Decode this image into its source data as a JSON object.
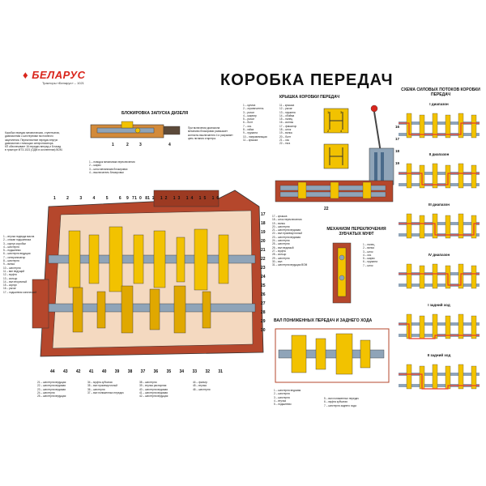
{
  "logo": {
    "name": "БЕЛАРУС",
    "subtitle": "Тракторы «Беларус» – 1021"
  },
  "title": "КОРОБКА ПЕРЕДАЧ",
  "sections": {
    "diesel_start": "БЛОКИРОВКА ЗАПУСКА ДИЗЕЛЯ",
    "cover": "КРЫШКА КОРОБКИ ПЕРЕДАЧ",
    "shift_mechanism": "МЕХАНИЗМ ПЕРЕКЛЮЧЕНИЯ ЗУБЧАТЫХ МУФТ",
    "low_reverse": "ВАЛ ПОНИЖЕННЫХ ПЕРЕДАЧ И ЗАДНЕГО ХОДА",
    "power_flow": "СХЕМА СИЛОВЫХ ПОТОКОВ КОРОБКИ ПЕРЕДАЧ"
  },
  "flows": [
    {
      "label": "I диапазон",
      "color": "#e63b2e"
    },
    {
      "label": "II диапазон",
      "color": "#e63b2e"
    },
    {
      "label": "III диапазон",
      "color": "#e63b2e"
    },
    {
      "label": "IV диапазон",
      "color": "#e63b2e"
    },
    {
      "label": "I задний ход",
      "color": "#e63b2e"
    },
    {
      "label": "II задний ход",
      "color": "#e63b2e"
    }
  ],
  "intro_text": [
    "Коробка передач механическая, ступенчатая,",
    "диапазонная с шестернями постоянного",
    "зацепления. Переключение передач внутри",
    "диапазонов с помощью синхронизатора.",
    "КП обеспечивает 16 передач вперед и 8 назад",
    "в тракторе МТЗ-1021 (ОДМ в сочленении) ВОМ."
  ],
  "start_legend": [
    "1 – поводок механизма переключения",
    "2 – шарик",
    "3 – шток механизма блокировки",
    "4 – выключатель блокировки"
  ],
  "start_note": [
    "При включении диапазона",
    "механизм блокировки размыкает",
    "контакты выключателя 4 и разрывает",
    "цепь питания стартера."
  ],
  "cover_legend_a": [
    "1 – кулиса",
    "2 – ограничитель",
    "3 – рычаг",
    "4 – шарнир",
    "5 – рычаг",
    "6 – болт",
    "7 – ось",
    "8 – гайка",
    "9 – пружина",
    "10 – направляющая",
    "11 – крышка"
  ],
  "cover_legend_b": [
    "11 – крышка",
    "12 – рычаг",
    "13 – пружина",
    "14 – обойма",
    "15 – палец",
    "16 – колпак",
    "17 – фиксатор",
    "18 – шток",
    "19 – вилка",
    "20 – болт",
    "21 – ось",
    "22 – тяга"
  ],
  "left_legend": [
    "1 – втулка подвода масла",
    "2 – стакан подшипника",
    "3 – корпус коробки",
    "4 – шестерня",
    "5 – подшипник",
    "6 – шестерня ведущая",
    "7 – синхронизатор",
    "8 – шестерня",
    "9 – вилка",
    "10 – шестерня",
    "11 – вал ведущий",
    "12 – муфта",
    "13 – кольцо",
    "14 – вал вторичный",
    "15 – корпус",
    "16 – рычаг",
    "17 – подшипник конический"
  ],
  "mid_legend": [
    "17 – крышка",
    "18 – шток переключения",
    "19 – вилка",
    "20 – шестерня",
    "21 – шестерня ведомая",
    "22 – вал промежуточный",
    "23 – шестерня ведомая",
    "24 – шестерня",
    "25 – шестерня",
    "26 – вал ведомый",
    "27 – муфта",
    "28 – кольцо",
    "29 – шестерня",
    "30 – вал",
    "31 – шестерня ведущая ВОМ"
  ],
  "shift_legend": [
    "1 – палец",
    "2 – вилка",
    "3 – шток",
    "4 – ось",
    "5 – шарик",
    "6 – пружина",
    "7 – шток"
  ],
  "bottom_legend_1": [
    "21 – шестерня ведущая",
    "22 – шестерня ведомая",
    "23 – шестерня ведомая",
    "24 – шестерня",
    "25 – шестерня ведущая"
  ],
  "bottom_legend_2": [
    "34 – муфта зубчатая",
    "35 – вал промежуточный",
    "36 – шестерня",
    "37 – вал пониженных передач"
  ],
  "bottom_legend_3": [
    "38 – шестерня",
    "39 – втулка распорная",
    "40 – шестерня ведомая",
    "41 – шестерня ведомая",
    "42 – шестерня ведущая"
  ],
  "bottom_legend_4": [
    "44 – фильтр",
    "45 – втулка",
    "46 – шестерня"
  ],
  "low_legend_1": [
    "1 – шестерня ведомая",
    "2 – шестерня",
    "3 – шестерня",
    "4 – втулка",
    "5 – подшипник"
  ],
  "low_legend_2": [
    "5 – вал пониженных передач",
    "6 – муфта зубчатая",
    "7 – шестерня заднего хода"
  ],
  "numbers_top": [
    "1",
    "2",
    "3",
    "4",
    "5",
    "6",
    "7",
    "8",
    "9",
    "10",
    "11",
    "12",
    "13",
    "14",
    "15",
    "16"
  ],
  "numbers_right": [
    "17",
    "18",
    "19",
    "20",
    "21",
    "22",
    "23",
    "24",
    "25",
    "26",
    "27",
    "28",
    "29",
    "30"
  ],
  "numbers_bottom": [
    "44",
    "43",
    "42",
    "41",
    "40",
    "39",
    "38",
    "37",
    "36",
    "35",
    "34",
    "33",
    "32",
    "31"
  ],
  "colors": {
    "housing": "#b5472c",
    "gear": "#f2c200",
    "shaft": "#8fa4b8",
    "accent": "#d9261c",
    "highlight": "#e63b2e"
  }
}
